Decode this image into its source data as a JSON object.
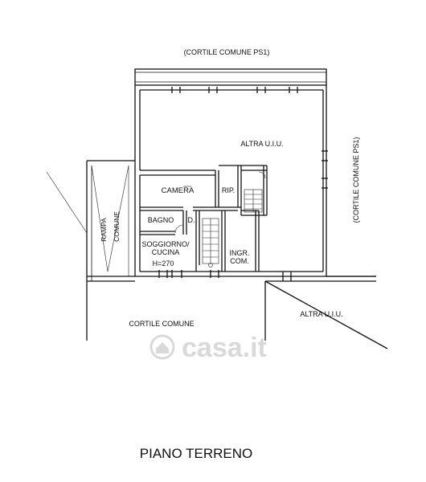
{
  "plan": {
    "top_label": "(CORTILE COMUNE PS1)",
    "right_label": "(CORTILE COMUNE PS1)",
    "other_unit_top": "ALTRA U.I.U.",
    "other_unit_right": "ALTRA U.I.U.",
    "courtyard": "CORTILE COMUNE",
    "ramp_line1": "RAMPA",
    "ramp_line2": "COMUNE",
    "rooms": {
      "camera": "CAMERA",
      "rip": "RIP.",
      "bagno": "BAGNO",
      "disimpegno": "D.",
      "soggiorno_line1": "SOGGIORNO/",
      "soggiorno_line2": "CUCINA",
      "height": "H=270",
      "ingresso_line1": "INGR.",
      "ingresso_line2": "COM."
    },
    "floor_title": "PIANO TERRENO",
    "watermark": "casa.it"
  }
}
